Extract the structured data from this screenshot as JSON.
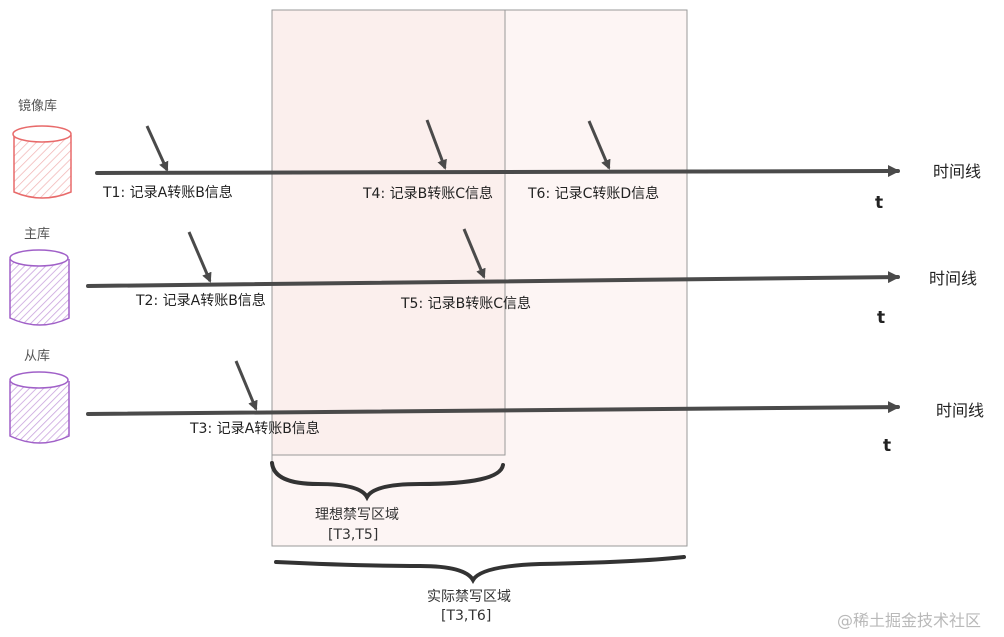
{
  "databases": [
    {
      "name": "镜像库",
      "color": "#e86a6a"
    },
    {
      "name": "主库",
      "color": "#a060c8"
    },
    {
      "name": "从库",
      "color": "#a060c8"
    }
  ],
  "timeline": {
    "axis_label": "时间线",
    "axis_unit": "t"
  },
  "events": [
    {
      "text": "T1: 记录A转账B信息"
    },
    {
      "text": "T4: 记录B转账C信息"
    },
    {
      "text": "T6: 记录C转账D信息"
    },
    {
      "text": "T2: 记录A转账B信息"
    },
    {
      "text": "T5: 记录B转账C信息"
    },
    {
      "text": "T3: 记录A转账B信息"
    }
  ],
  "zones": {
    "ideal": {
      "label": "理想禁写区域",
      "range": "[T3,T5]"
    },
    "actual": {
      "label": "实际禁写区域",
      "range": "[T3,T6]"
    }
  },
  "watermark": "@稀土掘金技术社区",
  "colors": {
    "zone_fill": "#fdf3f2",
    "zone_border": "#999999",
    "line": "#4a4a4a"
  }
}
